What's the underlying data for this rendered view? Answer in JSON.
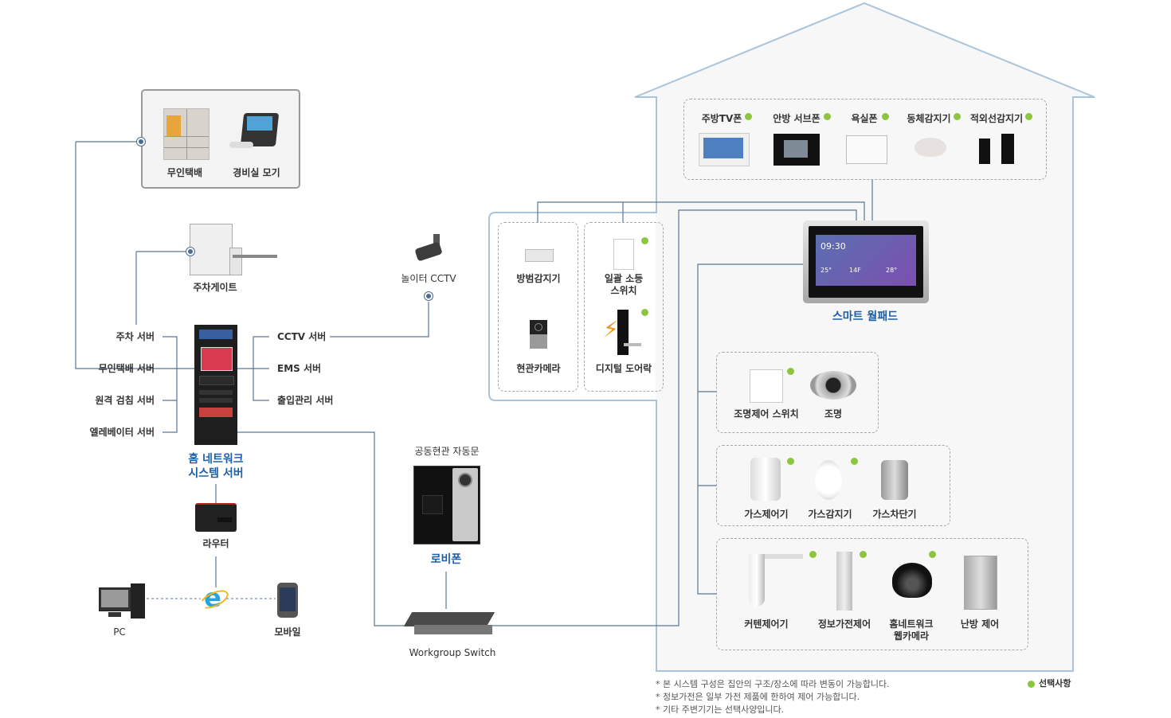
{
  "diagram": {
    "title": "Home Network System Configuration",
    "legend": {
      "label": "선택사항",
      "color": "#8cc63f"
    },
    "colors": {
      "line": "#5a7698",
      "house_outline": "#a9c4da",
      "house_fill": "#f7f7f7",
      "optional_dot": "#8cc63f",
      "emphasis_label": "#1f5fa6"
    },
    "notes": [
      "* 본 시스템 구성은 집안의 구조/장소에 따라 변동이 가능합니다.",
      "* 정보가전은 일부 가전 제품에 한하여 제어 가능합니다.",
      "* 기타 주변기기는 선택사양입니다."
    ],
    "outside": {
      "complex_box": {
        "items": [
          {
            "label": "무인택배",
            "icon": "parcel-locker-icon"
          },
          {
            "label": "경비실 모기",
            "icon": "guard-phone-icon"
          }
        ]
      },
      "parking_gate": {
        "label": "주차게이트",
        "icon": "parking-gate-icon"
      },
      "playground_cctv": {
        "label": "놀이터 CCTV",
        "icon": "cctv-camera-icon"
      },
      "server": {
        "label_line1": "홈 네트워크",
        "label_line2": "시스템 서버",
        "left_servers": [
          "주차 서버",
          "무인택배 서버",
          "원격 검침 서버",
          "엘레베이터 서버"
        ],
        "right_servers": [
          "CCTV 서버",
          "EMS 서버",
          "출입관리 서버"
        ]
      },
      "router": {
        "label": "라우터"
      },
      "pc": {
        "label": "PC"
      },
      "mobile": {
        "label": "모바일"
      },
      "internet": {
        "icon": "internet-explorer-icon"
      },
      "lobby": {
        "top_label": "공동현관 자동문",
        "label": "로비폰"
      },
      "switch": {
        "label": "Workgroup Switch"
      }
    },
    "house": {
      "top_row": [
        {
          "label": "주방TV폰",
          "optional": true
        },
        {
          "label": "안방 서브폰",
          "optional": true
        },
        {
          "label": "욕실폰",
          "optional": true
        },
        {
          "label": "동체감지기",
          "optional": true
        },
        {
          "label": "적외선감지기",
          "optional": true
        }
      ],
      "entrance_left": [
        {
          "label": "방범감지기",
          "optional": false
        },
        {
          "label": "현관카메라",
          "optional": false
        }
      ],
      "entrance_right": [
        {
          "label": "일괄 소등\n스위치",
          "line1": "일괄 소등",
          "line2": "스위치",
          "optional": true
        },
        {
          "label": "디지털 도어락",
          "optional": true
        }
      ],
      "wallpad": {
        "label": "스마트 월패드",
        "time": "09:30",
        "temp1": "25°",
        "floor": "14F",
        "temp2": "28°"
      },
      "lighting": [
        {
          "label": "조명제어 스위치",
          "optional": true
        },
        {
          "label": "조명",
          "optional": false
        }
      ],
      "gas": [
        {
          "label": "가스제어기",
          "optional": true
        },
        {
          "label": "가스감지기",
          "optional": true
        },
        {
          "label": "가스차단기",
          "optional": false
        }
      ],
      "appliances": [
        {
          "label": "커텐제어기",
          "optional": true
        },
        {
          "label": "정보가전제어",
          "optional": true
        },
        {
          "label": "홈네트워크\n웹카메라",
          "line1": "홈네트워크",
          "line2": "웹카메라",
          "optional": true
        },
        {
          "label": "난방 제어",
          "optional": false
        }
      ]
    }
  }
}
